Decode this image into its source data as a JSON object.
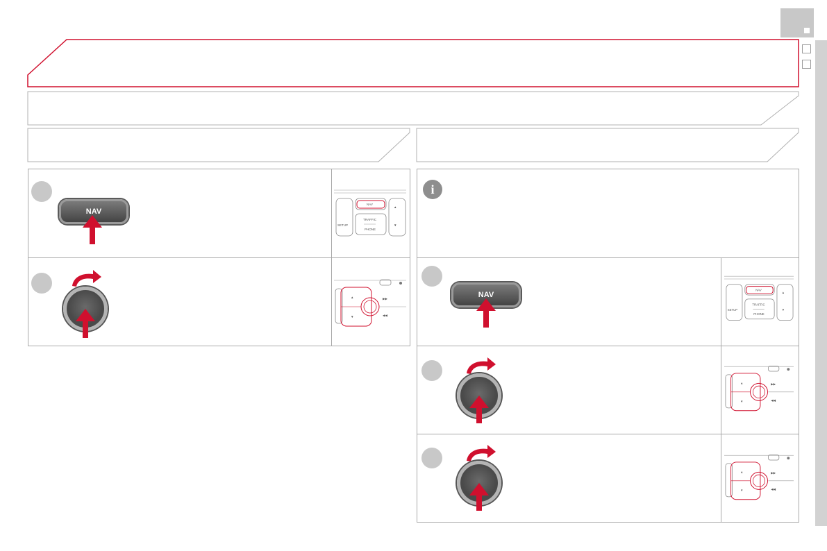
{
  "page": {
    "left_section": {
      "steps": [
        {
          "button_label": "NAV"
        },
        {
          "button_label": ""
        }
      ],
      "thumb_panel": {
        "nav": "NAV",
        "setup": "SETUP",
        "traffic": "TRAFFIC",
        "phone": "PHONE"
      }
    },
    "right_section": {
      "info_symbol": "i",
      "steps": [
        {
          "button_label": "NAV"
        },
        {
          "button_label": ""
        },
        {
          "button_label": ""
        }
      ],
      "thumb_panel": {
        "nav": "NAV",
        "setup": "SETUP",
        "traffic": "TRAFFIC",
        "phone": "PHONE"
      }
    },
    "colors": {
      "accent": "#d0102e",
      "panel_border": "#a8a8a8",
      "tab_gray": "#c8c8c8"
    }
  }
}
